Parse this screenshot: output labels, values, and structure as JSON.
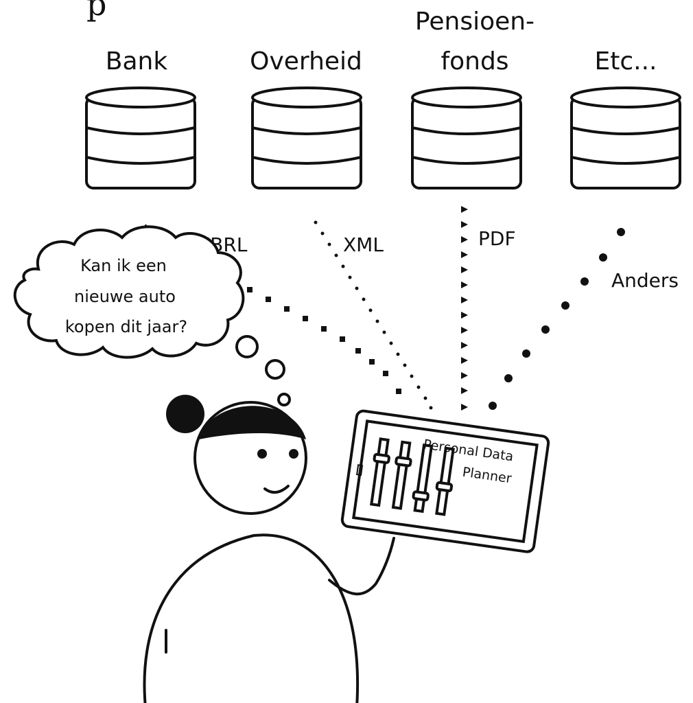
{
  "header": {
    "title_fragment": "p"
  },
  "sources": [
    {
      "name_line1": "",
      "name_line2": "Bank"
    },
    {
      "name_line1": "",
      "name_line2": "Overheid"
    },
    {
      "name_line1": "Pensioen-",
      "name_line2": "fonds"
    },
    {
      "name_line1": "",
      "name_line2": "Etc..."
    }
  ],
  "formats": [
    {
      "label": "XBRL"
    },
    {
      "label": "XML"
    },
    {
      "label": "PDF"
    },
    {
      "label": "Anders"
    }
  ],
  "thought": {
    "line1": "Kan ik een",
    "line2": "nieuwe auto",
    "line3": "kopen dit jaar?"
  },
  "tablet": {
    "title_line1": "Personal Data",
    "title_line2": "Planner",
    "zero_label": "0"
  },
  "colors": {
    "ink": "#111111",
    "paper": "#ffffff"
  },
  "icons": [
    "database-icon",
    "thought-bubble-icon",
    "person-icon",
    "tablet-icon",
    "slider-icon"
  ]
}
